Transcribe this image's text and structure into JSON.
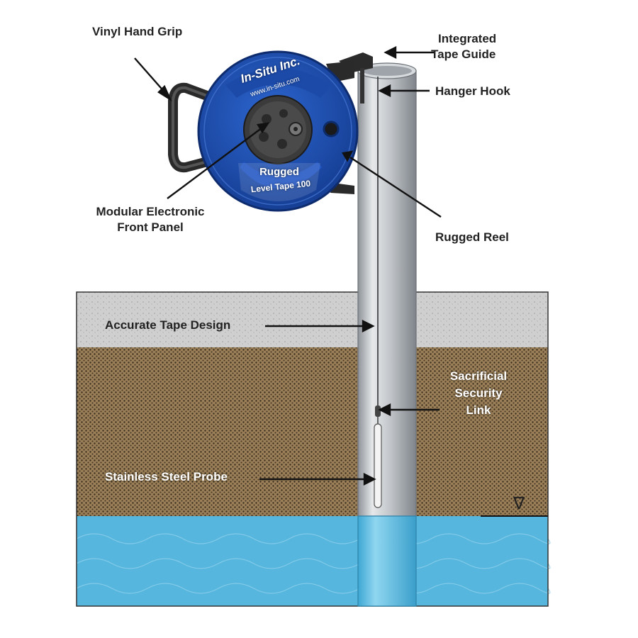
{
  "labels": {
    "hand_grip": "Vinyl Hand Grip",
    "tape_guide_1": "Integrated",
    "tape_guide_2": "Tape Guide",
    "hanger_hook": "Hanger Hook",
    "front_panel_1": "Modular Electronic",
    "front_panel_2": "Front Panel",
    "rugged_reel": "Rugged Reel",
    "accurate_tape": "Accurate Tape Design",
    "security_1": "Sacrificial",
    "security_2": "Security",
    "security_3": "Link",
    "probe": "Stainless Steel Probe"
  },
  "reel": {
    "brand": "In-Situ Inc.",
    "url": "www.in-situ.com",
    "model_1": "Rugged",
    "model_2": "Level Tape 100"
  },
  "water_level_symbol": "∇",
  "colors": {
    "reel_blue": "#1a4fb0",
    "gravel": "#cfcfcf",
    "soil": "#8a7250",
    "water": "#56b6dd",
    "pipe": "#b9bdc2"
  }
}
